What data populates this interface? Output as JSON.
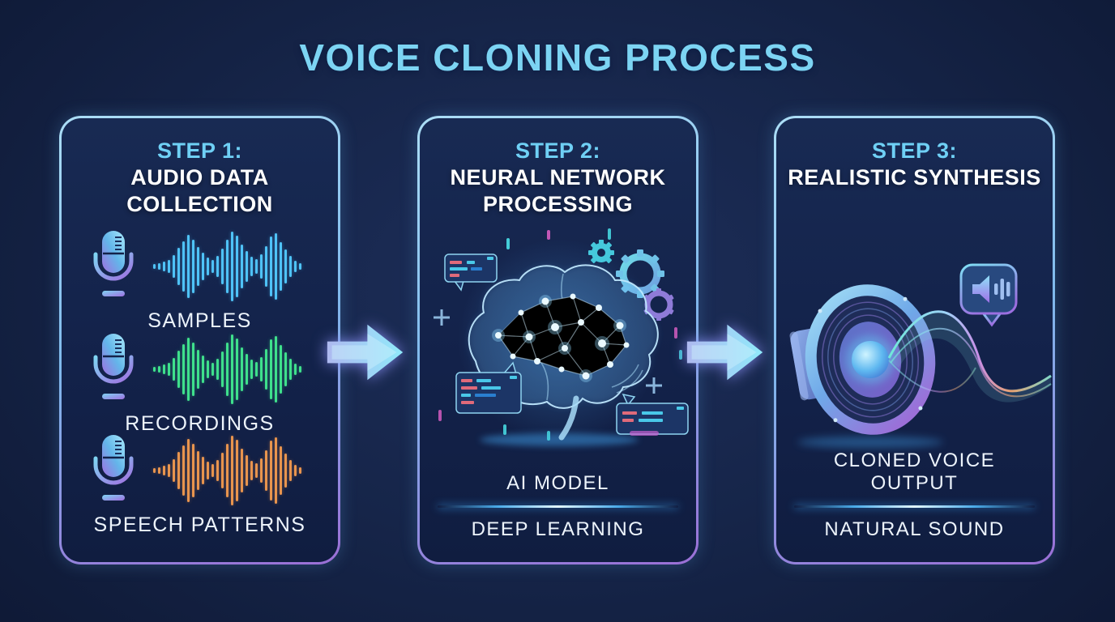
{
  "title": "VOICE CLONING PROCESS",
  "colors": {
    "background": "#162549",
    "title_text": "#7CD4F3",
    "step_label": "#6FD0F5",
    "heading_text": "#FFFFFF",
    "body_text": "#EDF4FC",
    "card_border_top": "#ACDEF6",
    "card_border_bottom": "#9B6FD6",
    "card_background": "#13224A",
    "divider_glow": "#53C8F7",
    "arrow_start": "#AEB9F0",
    "arrow_end": "#8FE9FA"
  },
  "steps": [
    {
      "step_label": "STEP 1:",
      "heading": "AUDIO DATA COLLECTION",
      "items": [
        {
          "icon": "microphone-icon",
          "waveform_icon": "waveform-icon",
          "waveform_color": "#4FC3F7",
          "label": "SAMPLES"
        },
        {
          "icon": "microphone-icon",
          "waveform_icon": "waveform-icon",
          "waveform_color": "#3FE08C",
          "label": "RECORDINGS"
        },
        {
          "icon": "microphone-icon",
          "waveform_icon": "waveform-icon",
          "waveform_color": "#E8944E",
          "label": "SPEECH PATTERNS"
        }
      ]
    },
    {
      "step_label": "STEP 2:",
      "heading": "NEURAL NETWORK PROCESSING",
      "illustration": "neural-network-brain-with-gears-and-code",
      "footer_top": "AI MODEL",
      "footer_bottom": "DEEP LEARNING"
    },
    {
      "step_label": "STEP 3:",
      "heading": "REALISTIC SYNTHESIS",
      "illustration": "speaker-with-sound-wave-and-volume-bubble",
      "footer_top": "CLONED VOICE OUTPUT",
      "footer_bottom": "NATURAL SOUND"
    }
  ],
  "icons": [
    "microphone-icon",
    "waveform-icon",
    "brain-network-icon",
    "gear-icon",
    "code-bubble-icon",
    "plus-icon",
    "speaker-icon",
    "sound-wave-icon",
    "volume-bubble-icon",
    "arrow-right-icon"
  ]
}
